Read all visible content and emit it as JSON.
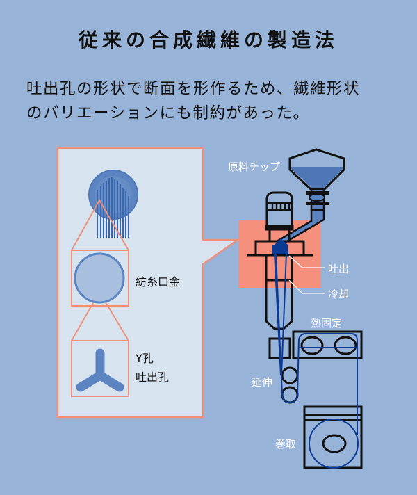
{
  "title": "従来の合成繊維の製造法",
  "subtitle": {
    "line1": "吐出孔の形状で断面を形作るため、繊維形状",
    "line2": "のバリエーションにも制約があった。"
  },
  "callout": {
    "spinneret_label": "紡糸口金",
    "hole_label_line1": "Y孔",
    "hole_label_line2": "吐出孔"
  },
  "machine": {
    "raw_chip": "原料チップ",
    "extrusion": "吐出",
    "cooling": "冷却",
    "heat_set": "熱固定",
    "drawing": "延伸",
    "winding": "巻取"
  },
  "colors": {
    "background": "#98b3d8",
    "panel": "#d8e3f0",
    "accent": "#f0907a",
    "blue": "#5b84c0",
    "thread": "#0b3a94"
  }
}
